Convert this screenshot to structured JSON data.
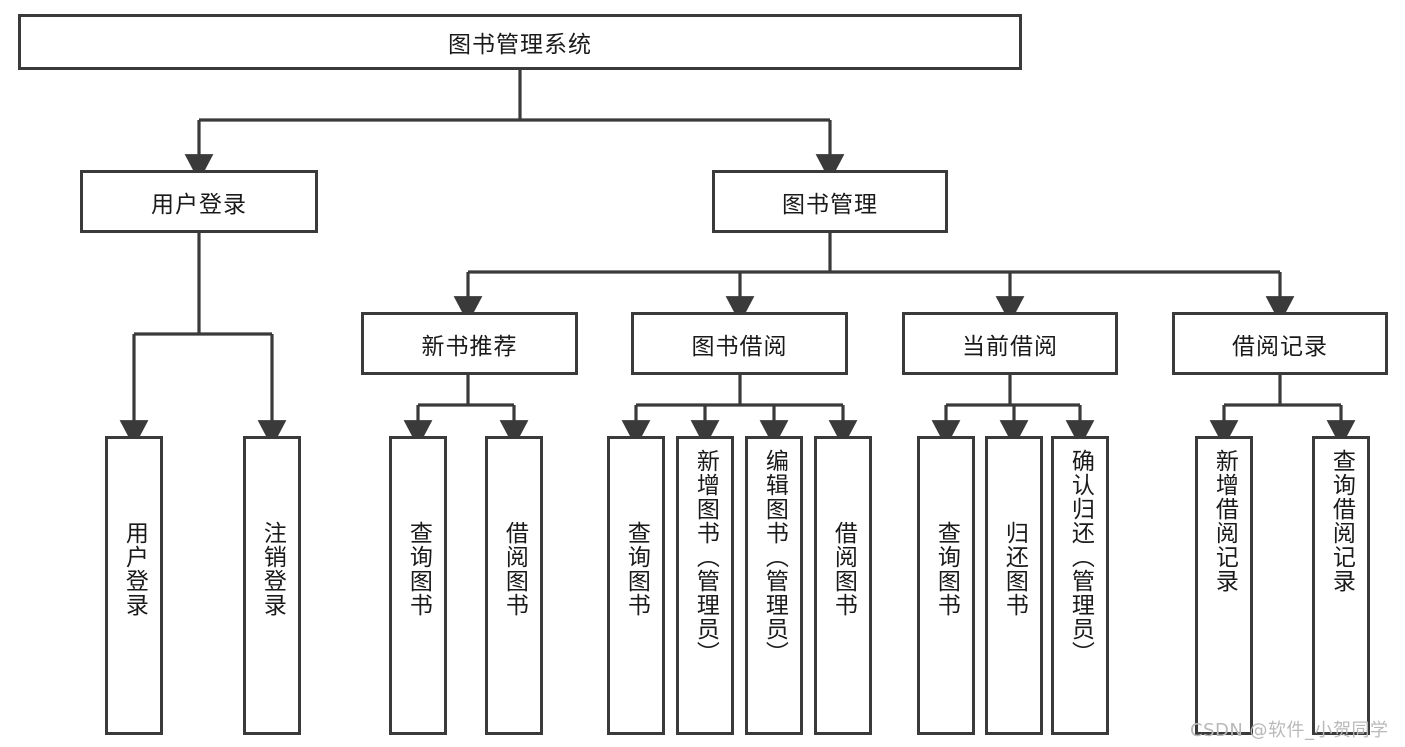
{
  "diagram": {
    "title": "图书管理系统",
    "type": "hierarchy-tree",
    "root": {
      "label": "图书管理系统"
    },
    "level2": [
      {
        "label": "用户登录"
      },
      {
        "label": "图书管理"
      }
    ],
    "level3": [
      {
        "label": "新书推荐"
      },
      {
        "label": "图书借阅"
      },
      {
        "label": "当前借阅"
      },
      {
        "label": "借阅记录"
      }
    ],
    "leaves": {
      "user_login": [
        {
          "label": "用户登录"
        },
        {
          "label": "注销登录"
        }
      ],
      "new_book_recommend": [
        {
          "label": "查询图书"
        },
        {
          "label": "借阅图书"
        }
      ],
      "book_borrow": [
        {
          "label": "查询图书"
        },
        {
          "label": "新增图书（管理员）"
        },
        {
          "label": "编辑图书（管理员）"
        },
        {
          "label": "借阅图书"
        }
      ],
      "current_borrow": [
        {
          "label": "查询图书"
        },
        {
          "label": "归还图书"
        },
        {
          "label": "确认归还（管理员）"
        }
      ],
      "borrow_record": [
        {
          "label": "新增借阅记录"
        },
        {
          "label": "查询借阅记录"
        }
      ]
    },
    "colors": {
      "border": "#3a3a3a",
      "line": "#3a3a3a",
      "text": "#1a1a1a",
      "background": "#ffffff",
      "watermark": "#b9b9b9"
    }
  },
  "watermark": {
    "text": "CSDN @软件_小贺同学"
  }
}
